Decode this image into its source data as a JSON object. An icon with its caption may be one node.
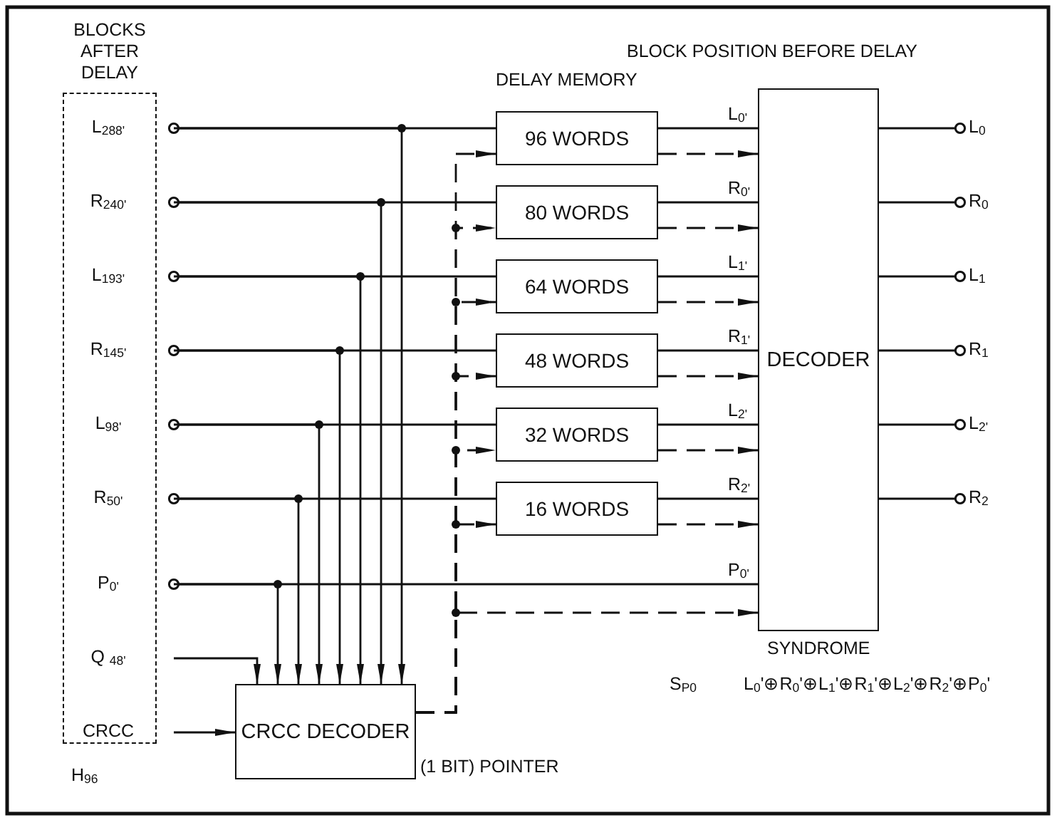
{
  "diagram": {
    "nodes": [
      {
        "text": [
          "BLOCKS AFTER DELAY"
        ],
        "beside": [
          "H$_{96}$"
        ]
      },
      {
        "text": [
          "L$_{288'}$"
        ],
        "in": 0
      },
      {
        "text": [
          "R$_{240'}$"
        ],
        "in": 0
      },
      {
        "text": [
          "L$_{193'}$"
        ],
        "in": 0
      },
      {
        "text": [
          "R$_{145'}$"
        ],
        "in": 0
      },
      {
        "text": [
          "L$_{98'}$"
        ],
        "in": 0
      },
      {
        "text": [
          "R$_{50'}$"
        ],
        "in": 0
      },
      {
        "text": [
          "P$_{0'}$"
        ],
        "in": 0
      },
      {
        "text": [
          "Q $_{48'}$"
        ],
        "in": 0
      },
      {
        "text": [
          "CRCC"
        ],
        "in": 0
      },
      {
        "text": [
          "96 WORDS"
        ]
      },
      {
        "text": [
          "80 WORDS"
        ]
      },
      {
        "text": [
          "64 WORDS"
        ]
      },
      {
        "text": [
          "48 WORDS"
        ]
      },
      {
        "text": [
          "32 WORDS"
        ]
      },
      {
        "text": [
          "16 WORDS"
        ]
      },
      {
        "text": [
          "DECODER"
        ],
        "beside": [
          "SYNDROME"
        ]
      },
      {
        "text": [
          "CRCC DECODER"
        ],
        "beside": [
          "(1 BIT) POINTER"
        ]
      },
      {
        "text": [
          "L$_{0}$"
        ]
      },
      {
        "text": [
          "R$_{0}$"
        ]
      },
      {
        "text": [
          "L$_{1}$"
        ]
      },
      {
        "text": [
          "R$_{1}$"
        ]
      },
      {
        "text": [
          "L$_{2'}$"
        ]
      },
      {
        "text": [
          "R$_{2}$"
        ]
      }
    ],
    "edges": [
      {
        "from": 1,
        "to": 10,
        "arrow": "other"
      },
      {
        "from": 2,
        "to": 11,
        "arrow": "other"
      },
      {
        "from": 3,
        "to": 12,
        "arrow": "other"
      },
      {
        "from": 4,
        "to": 13,
        "arrow": "other"
      },
      {
        "from": 5,
        "to": 14,
        "arrow": "other"
      },
      {
        "from": 6,
        "to": 15,
        "arrow": "other"
      },
      {
        "from": 7,
        "to": 16,
        "arrow": "other",
        "label": "P$_{0'}$"
      },
      {
        "from": 10,
        "to": 16,
        "arrow": "none",
        "label": "L$_{0'}$"
      },
      {
        "from": 11,
        "to": 16,
        "arrow": "none",
        "label": "R$_{0'}$"
      },
      {
        "from": 12,
        "to": 16,
        "arrow": "none",
        "label": "L$_{1'}$"
      },
      {
        "from": 13,
        "to": 16,
        "arrow": "none",
        "label": "R$_{1'}$"
      },
      {
        "from": 14,
        "to": 16,
        "arrow": "none",
        "label": "L$_{2'}$"
      },
      {
        "from": 15,
        "to": 16,
        "arrow": "none",
        "label": "R$_{2'}$"
      },
      {
        "from": 10,
        "to": 16,
        "arrow": "to",
        "style": "dashed"
      },
      {
        "from": 11,
        "to": 16,
        "arrow": "to",
        "style": "dashed"
      },
      {
        "from": 12,
        "to": 16,
        "arrow": "to",
        "style": "dashed"
      },
      {
        "from": 13,
        "to": 16,
        "arrow": "to",
        "style": "dashed"
      },
      {
        "from": 14,
        "to": 16,
        "arrow": "to",
        "style": "dashed"
      },
      {
        "from": 15,
        "to": 16,
        "arrow": "to",
        "style": "dashed"
      },
      {
        "from": 1,
        "to": 17,
        "arrow": "to"
      },
      {
        "from": 2,
        "to": 17,
        "arrow": "to"
      },
      {
        "from": 3,
        "to": 17,
        "arrow": "to"
      },
      {
        "from": 4,
        "to": 17,
        "arrow": "to"
      },
      {
        "from": 5,
        "to": 17,
        "arrow": "to"
      },
      {
        "from": 6,
        "to": 17,
        "arrow": "to"
      },
      {
        "from": 7,
        "to": 17,
        "arrow": "to"
      },
      {
        "from": 8,
        "to": 17,
        "arrow": "to"
      },
      {
        "from": 9,
        "to": 17,
        "arrow": "to"
      },
      {
        "from": 17,
        "to": 10,
        "arrow": "to",
        "style": "dashed"
      },
      {
        "from": 17,
        "to": 11,
        "arrow": "to",
        "style": "dashed"
      },
      {
        "from": 17,
        "to": 12,
        "arrow": "to",
        "style": "dashed"
      },
      {
        "from": 17,
        "to": 13,
        "arrow": "to",
        "style": "dashed"
      },
      {
        "from": 17,
        "to": 14,
        "arrow": "to",
        "style": "dashed"
      },
      {
        "from": 17,
        "to": 15,
        "arrow": "to",
        "style": "dashed"
      },
      {
        "from": 17,
        "to": 16,
        "arrow": "to",
        "style": "dashed"
      },
      {
        "from": 16,
        "to": 18,
        "arrow": "other"
      },
      {
        "from": 16,
        "to": 19,
        "arrow": "other"
      },
      {
        "from": 16,
        "to": 20,
        "arrow": "other"
      },
      {
        "from": 16,
        "to": 21,
        "arrow": "other"
      },
      {
        "from": 16,
        "to": 22,
        "arrow": "other"
      },
      {
        "from": 16,
        "to": 23,
        "arrow": "other"
      }
    ],
    "labels": [
      "DELAY MEMORY",
      "BLOCK POSITION BEFORE DELAY",
      "S$_{P0}$",
      "L$_{0}$'⊕R$_{0}$'⊕L$_{1}$'⊕R$_{1}$'⊕L$_{2}$'⊕R$_{2}$'⊕P$_{0}$'"
    ]
  }
}
